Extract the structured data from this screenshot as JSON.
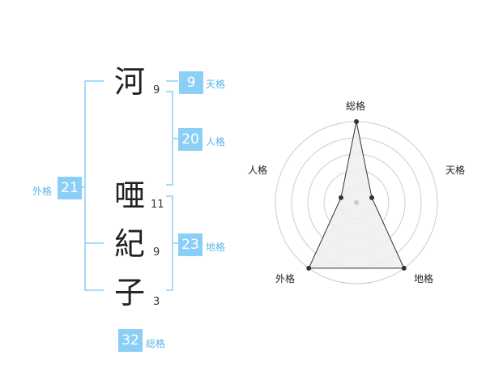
{
  "name": {
    "characters": [
      {
        "char": "河",
        "strokes": "9"
      },
      {
        "char": "唖",
        "strokes": "11"
      },
      {
        "char": "紀",
        "strokes": "9"
      },
      {
        "char": "子",
        "strokes": "3"
      }
    ]
  },
  "fortunes": {
    "tenkaku": {
      "value": "9",
      "label": "天格"
    },
    "jinkaku": {
      "value": "20",
      "label": "人格"
    },
    "chikaku": {
      "value": "23",
      "label": "地格"
    },
    "gaikaku": {
      "value": "21",
      "label": "外格"
    },
    "soukaku": {
      "value": "32",
      "label": "総格"
    }
  },
  "radar": {
    "axes": [
      "総格",
      "天格",
      "地格",
      "外格",
      "人格"
    ],
    "max": 5,
    "values": [
      5,
      1,
      5,
      5,
      1
    ],
    "rings": 5,
    "colors": {
      "grid": "#cccccc",
      "fill": "#eeeeee",
      "line": "#333333",
      "point": "#333333",
      "center": "#cccccc"
    }
  },
  "colors": {
    "bracket": "#8ccff6",
    "badge": "#8ccff6",
    "badge_label": "#5ab6e8"
  }
}
